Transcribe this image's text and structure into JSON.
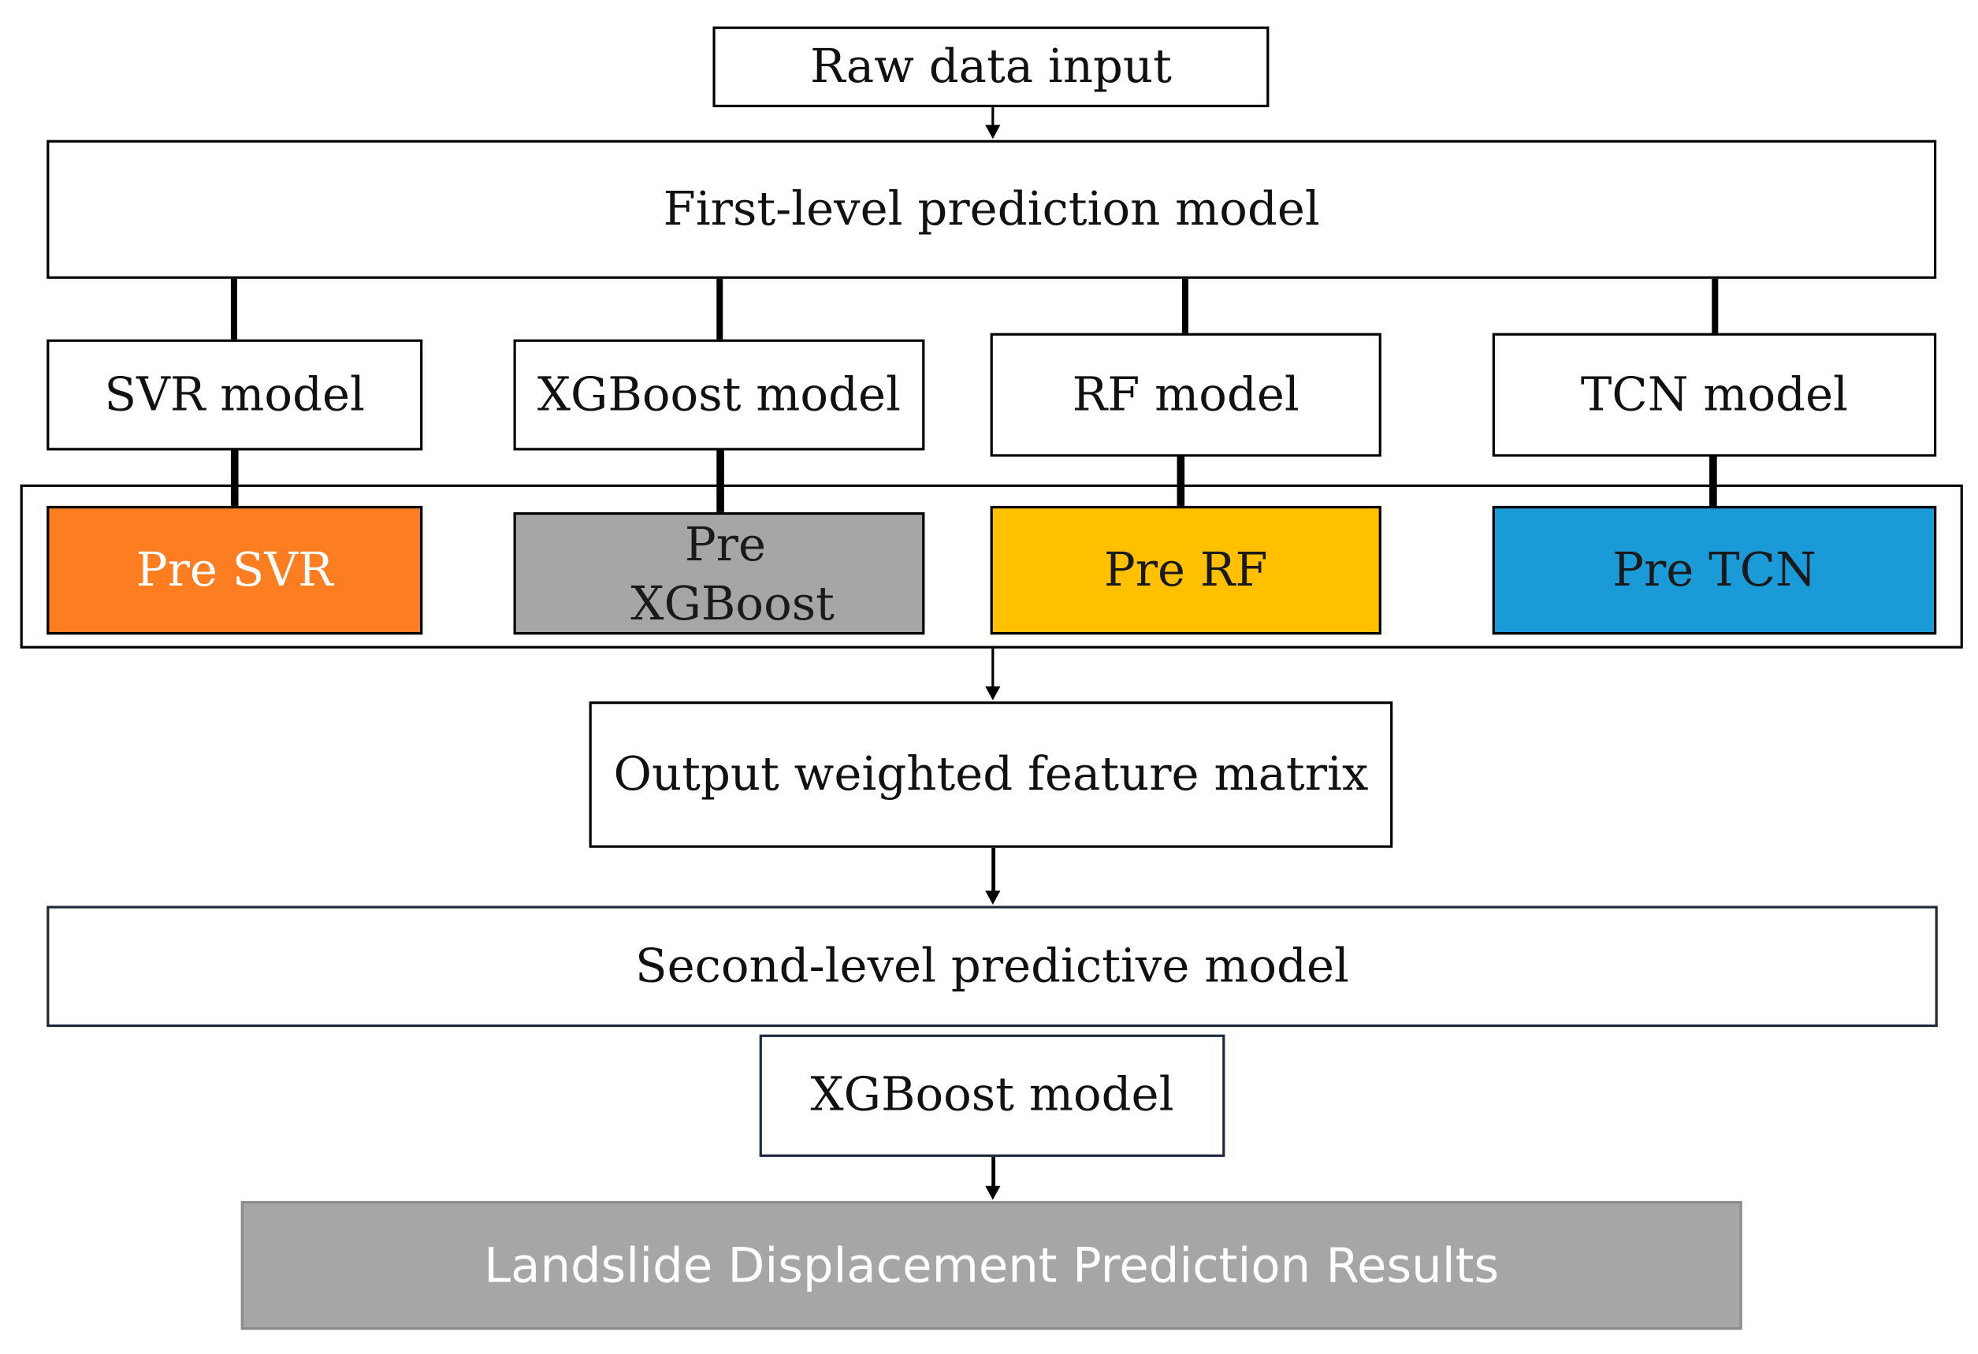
{
  "nodes": {
    "raw_input": "Raw data input",
    "first_level": "First-level prediction model",
    "models": [
      {
        "label": "SVR model"
      },
      {
        "label": "XGBoost model"
      },
      {
        "label": "RF model"
      },
      {
        "label": "TCN model"
      }
    ],
    "predictions": [
      {
        "label": "Pre SVR",
        "color": "#fd7e21",
        "text_color": "#ffffff"
      },
      {
        "label": "Pre XGBoost",
        "color": "#a6a6a6",
        "text_color": "#1a1a1a"
      },
      {
        "label": "Pre RF",
        "color": "#ffc000",
        "text_color": "#1a1a1a"
      },
      {
        "label": "Pre TCN",
        "color": "#1a9ad7",
        "text_color": "#1a1a1a"
      }
    ],
    "weighted_matrix": "Output weighted feature matrix",
    "second_level": "Second-level predictive model",
    "meta_model": "XGBoost model",
    "result": "Landslide Displacement Prediction Results"
  },
  "colors": {
    "result_fill": "#a6a6a6",
    "result_text": "#ffffff",
    "border": "#000000",
    "navy_border": "#1f2a3d"
  }
}
